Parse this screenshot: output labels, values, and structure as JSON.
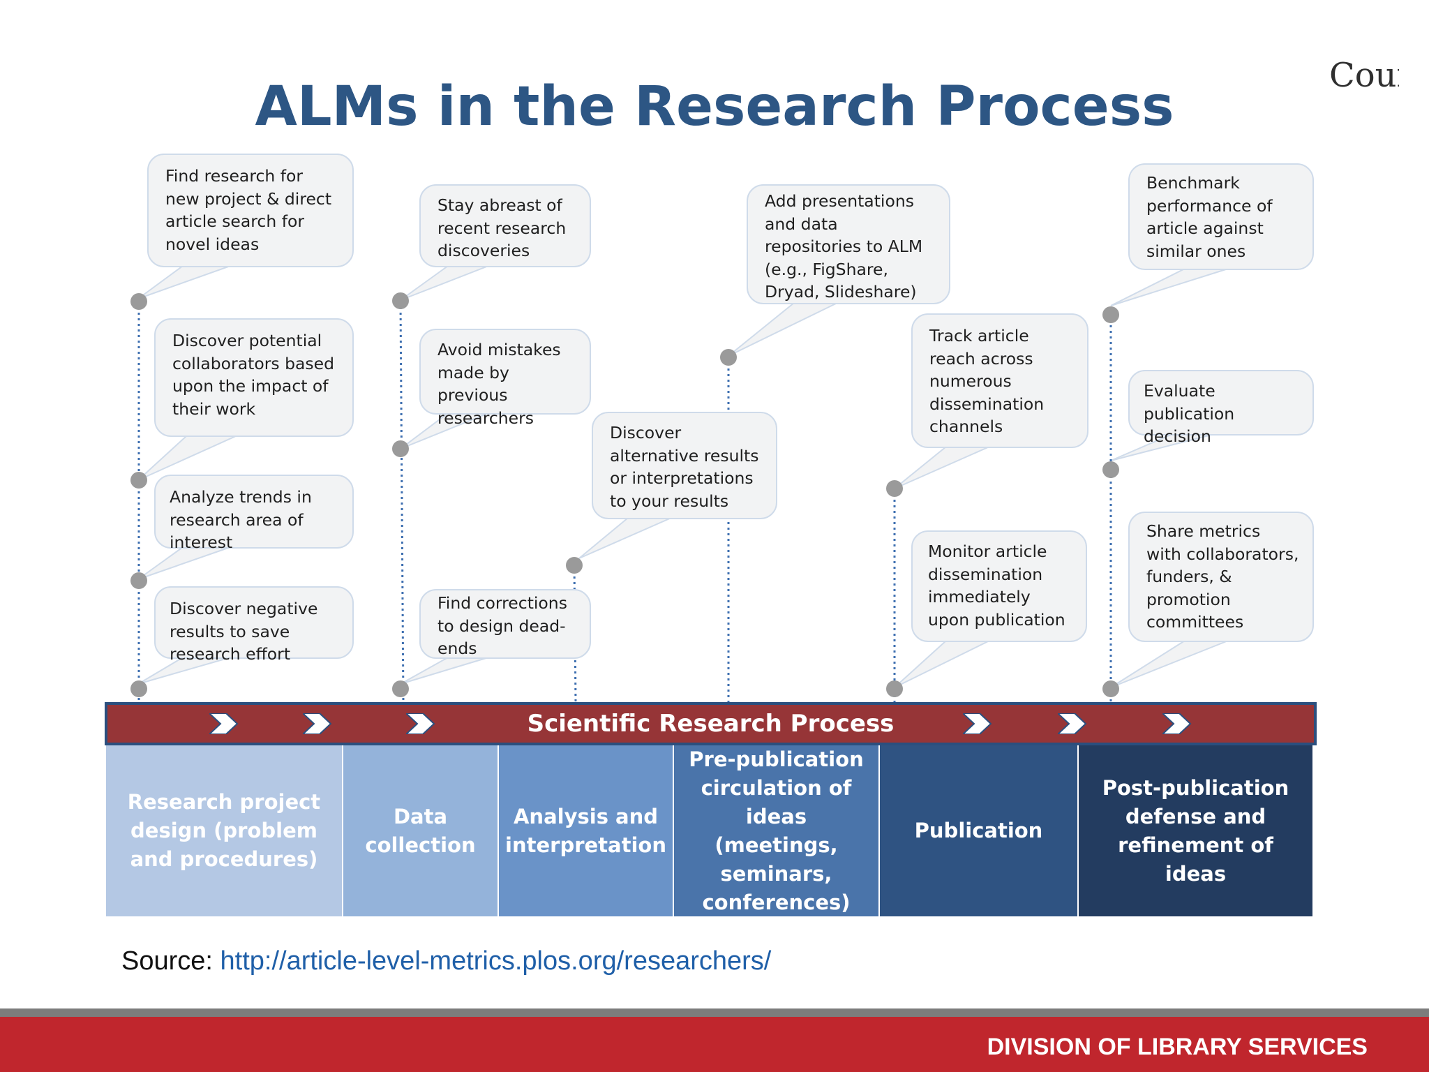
{
  "slide": {
    "title": "ALMs in the Research Process",
    "corner_logo_text": "Court",
    "source_prefix": "Source: ",
    "source_url": "http://article-level-metrics.plos.org/researchers/",
    "footer_text": "DIVISION OF LIBRARY SERVICES"
  },
  "colors": {
    "title": "#2d5684",
    "process_bar": "#963537",
    "stage_fills": [
      "#b4c8e4",
      "#94b3da",
      "#6a93c8",
      "#4a74aa",
      "#2f5382",
      "#233c60"
    ],
    "footer": "#c0262d"
  },
  "process": {
    "label": "Scientific Research Process",
    "arrow_icon": "chevron-right-icon"
  },
  "stages": [
    {
      "label": "Research project design (problem and procedures)"
    },
    {
      "label": "Data collection"
    },
    {
      "label": "Analysis and interpretation"
    },
    {
      "label": "Pre-publication circulation of ideas (meetings, seminars, conferences)"
    },
    {
      "label": "Publication"
    },
    {
      "label": "Post-publication defense and refinement of ideas"
    }
  ],
  "bubbles": [
    {
      "text": "Find research for new project & direct article search for novel ideas"
    },
    {
      "text": "Discover potential collaborators based upon the impact of their work"
    },
    {
      "text": "Analyze trends in research area of interest"
    },
    {
      "text": "Discover negative results to save research effort"
    },
    {
      "text": "Stay abreast of recent research discoveries"
    },
    {
      "text": "Avoid mistakes made by previous researchers"
    },
    {
      "text": "Find corrections to design dead-ends"
    },
    {
      "text": "Discover alternative results or interpretations to your results"
    },
    {
      "text": "Add presentations and data repositories to ALM (e.g., FigShare, Dryad, Slideshare)"
    },
    {
      "text": "Track article reach across numerous dissemination channels"
    },
    {
      "text": "Monitor article dissemination immediately upon publication"
    },
    {
      "text": "Benchmark performance of article against similar ones"
    },
    {
      "text": "Evaluate publication decision"
    },
    {
      "text": "Share metrics with collaborators, funders, & promotion committees"
    }
  ]
}
